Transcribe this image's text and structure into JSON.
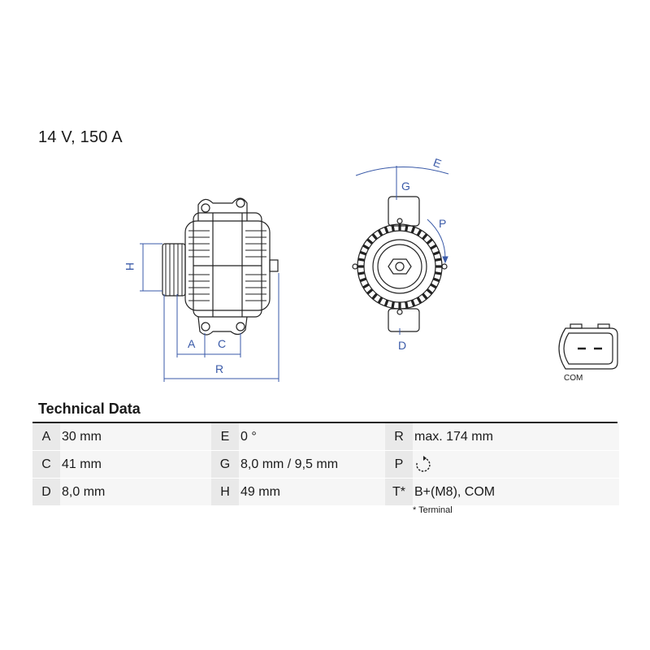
{
  "header": {
    "rating": "14 V, 150 A"
  },
  "drawing": {
    "dim_labels": {
      "H": "H",
      "A": "A",
      "C": "C",
      "R": "R",
      "E": "E",
      "G": "G",
      "P": "P",
      "D": "D"
    },
    "connector_label": "COM"
  },
  "technical_data": {
    "title": "Technical Data",
    "rows": [
      {
        "k1": "A",
        "v1": "30 mm",
        "k2": "E",
        "v2": "0 °",
        "k3": "R",
        "v3": "max. 174 mm"
      },
      {
        "k1": "C",
        "v1": "41 mm",
        "k2": "G",
        "v2": "8,0 mm / 9,5 mm",
        "k3": "P",
        "v3": "rotation-clockwise-icon"
      },
      {
        "k1": "D",
        "v1": "8,0 mm",
        "k2": "H",
        "v2": "49 mm",
        "k3": "T*",
        "v3": "B+(M8), COM"
      }
    ],
    "footnote": "* Terminal"
  },
  "colors": {
    "dimension_lines": "#3a5aa8",
    "outline": "#222222",
    "table_bg": "#e9e9e9"
  }
}
